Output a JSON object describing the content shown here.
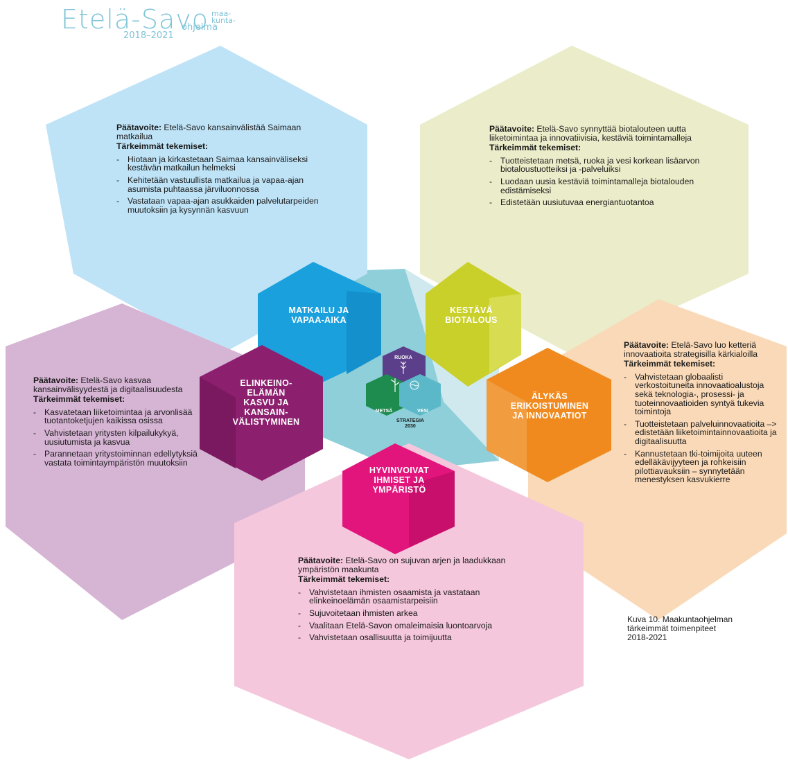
{
  "logo": {
    "main": "Etelä-Savo",
    "sub": [
      "maa-",
      "kunta-",
      "ohjelma"
    ],
    "years": "2018–2021"
  },
  "colors": {
    "tourism_bg": "#bfe3f6",
    "tourism_hex": "#1aa0dc",
    "bio_bg": "#ebecc9",
    "bio_hex": "#c9d02a",
    "smart_bg": "#f9d9b7",
    "smart_hex": "#f08a1e",
    "business_bg": "#d6b4d4",
    "business_hex": "#8c1f6e",
    "wellbeing_bg": "#f5c7dc",
    "wellbeing_hex": "#e2157d",
    "core_teal": "#8fcfd9",
    "core_light": "#cfe9ee"
  },
  "hexagons": {
    "tourism": {
      "label": [
        "MATKAILU JA",
        "VAPAA-AIKA"
      ],
      "goal_label": "Päätavoite:",
      "goal_text": "Etelä-Savo kansainvälistää Saimaan matkailua",
      "actions_heading": "Tärkeimmät tekemiset:",
      "actions": [
        "Hiotaan ja kirkastetaan Saimaa kansainväliseksi kestävän matkailun helmeksi",
        "Kehitetään vastuullista matkailua ja vapaa-ajan asumista puhtaassa järviluonnossa",
        "Vastataan vapaa-ajan asukkaiden palvelutarpeiden muutoksiin ja kysynnän kasvuun"
      ]
    },
    "bioeconomy": {
      "label": [
        "KESTÄVÄ",
        "BIOTALOUS"
      ],
      "goal_label": "Päätavoite:",
      "goal_text": "Etelä-Savo synnyttää biotalouteen uutta liiketoimintaa ja innovatiivisia, kestäviä toimintamalleja",
      "actions_heading": "Tärkeimmät tekemiset:",
      "actions": [
        "Tuotteistetaan metsä, ruoka ja vesi korkean lisäarvon biotaloustuotteiksi ja -palveluiksi",
        "Luodaan uusia kestäviä toimintamalleja biotalouden edistämiseksi",
        "Edistetään uusiutuvaa energiantuotantoa"
      ]
    },
    "smart": {
      "label": [
        "ÄLYKÄS",
        "ERIKOISTUMINEN",
        "JA INNOVAATIOT"
      ],
      "goal_label": "Päätavoite:",
      "goal_text": "Etelä-Savo luo ketteriä innovaatioita strategisilla kärkialoilla",
      "actions_heading": "Tärkeimmät tekemiset:",
      "actions": [
        "Vahvistetaan globaalisti verkostoituneita innovaatioalustoja sekä teknologia-, prosessi- ja tuoteinnovaatioiden syntyä tukevia toimintoja",
        "Tuotteistetaan palveluinnovaatioita –> edistetään liiketoimintainnovaatioita ja digitaalisuutta",
        "Kannustetaan tki-toimijoita uuteen edelläkävijyyteen ja rohkeisiin pilottiavauksiin – synnytetään menestyksen kasvukierre"
      ]
    },
    "business": {
      "label": [
        "ELINKEINO-",
        "ELÄMÄN",
        "KASVU JA",
        "KANSAIN-",
        "VÄLISTYMINEN"
      ],
      "goal_label": "Päätavoite:",
      "goal_text": "Etelä-Savo kasvaa kansainvälisyydestä ja digitaalisuudesta",
      "actions_heading": "Tärkeimmät tekemiset:",
      "actions": [
        "Kasvatetaan liiketoimintaa ja arvonlisää tuotantoketjujen kaikissa osissa",
        "Vahvistetaan yritysten kilpailukykyä, uusiutumista ja kasvua",
        "Parannetaan yritystoiminnan edellytyksiä vastata toimintaympäristön muutoksiin"
      ]
    },
    "wellbeing": {
      "label": [
        "HYVINVOIVAT",
        "IHMISET JA",
        "YMPÄRISTÖ"
      ],
      "goal_label": "Päätavoite:",
      "goal_text": "Etelä-Savo on sujuvan arjen ja laadukkaan ympäristön maakunta",
      "actions_heading": "Tärkeimmät tekemiset:",
      "actions": [
        "Vahvistetaan ihmisten osaamista ja vastataan elinkeinoelämän osaamistarpeisiin",
        "Sujuvoitetaan ihmisten arkea",
        "Vaalitaan Etelä-Savon omaleimaisia luontoarvoja",
        "Vahvistetaan osallisuutta ja toimijuutta"
      ]
    }
  },
  "core": {
    "top": "RUOKA",
    "left": "METSÄ",
    "right": "VESI",
    "bottom": [
      "STRATEGIA",
      "2030"
    ]
  },
  "caption": [
    "Kuva 10. Maakuntaohjelman",
    "tärkeimmät toimenpiteet",
    "2018-2021"
  ]
}
